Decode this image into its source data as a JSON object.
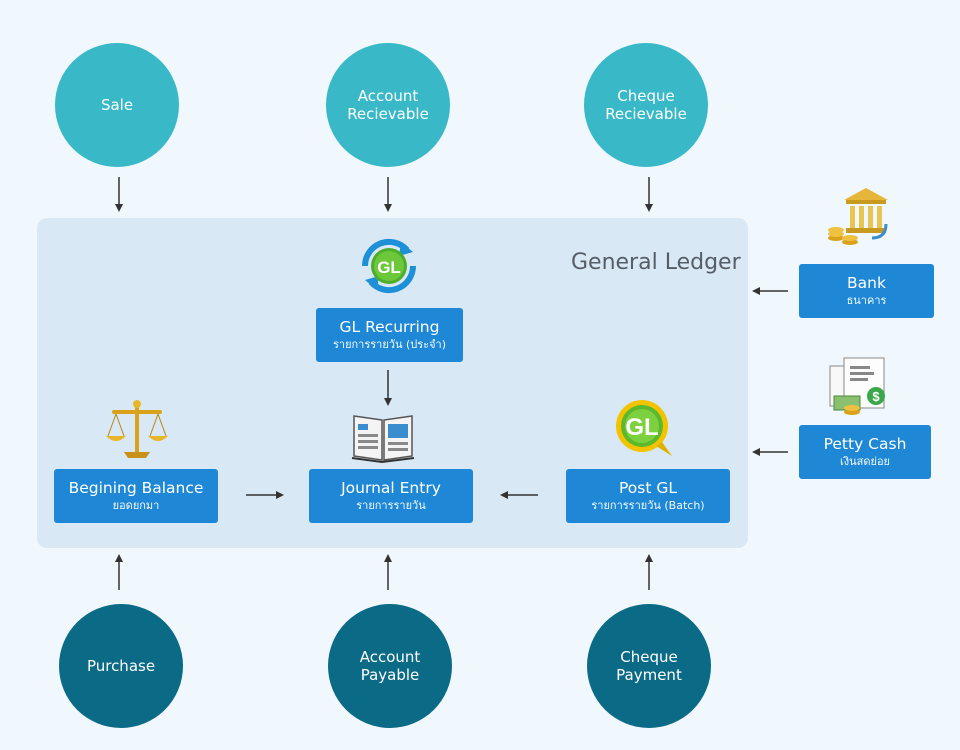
{
  "diagram": {
    "title": "General Ledger",
    "sources_top": [
      {
        "label": "Sale"
      },
      {
        "label": "Account\nRecievable"
      },
      {
        "label": "Cheque\nRecievable"
      }
    ],
    "sources_bottom": [
      {
        "label": "Purchase"
      },
      {
        "label": "Account\nPayable"
      },
      {
        "label": "Cheque\nPayment"
      }
    ],
    "gl_recurring": {
      "label": "GL Recurring",
      "sub": "รายการรายวัน (ประจำ)"
    },
    "journal_entry": {
      "label": "Journal Entry",
      "sub": "รายการรายวัน"
    },
    "begining_balance": {
      "label": "Begining Balance",
      "sub": "ยอดยกมา"
    },
    "post_gl": {
      "label": "Post GL",
      "sub": "รายการรายวัน (Batch)"
    },
    "bank": {
      "label": "Bank",
      "sub": "ธนาคาร"
    },
    "petty_cash": {
      "label": "Petty Cash",
      "sub": "เงินสดย่อย"
    },
    "icons": {
      "gl_recurring": "gl-recurring-icon",
      "journal": "book-icon",
      "balance": "scale-icon",
      "post_gl": "post-gl-icon",
      "bank": "bank-icon",
      "petty_cash": "petty-cash-icon"
    },
    "colors": {
      "top_circle": "#39b9c8",
      "bottom_circle": "#0b6a86",
      "box": "#1f88d6",
      "panel": "#d9e8f5"
    }
  }
}
